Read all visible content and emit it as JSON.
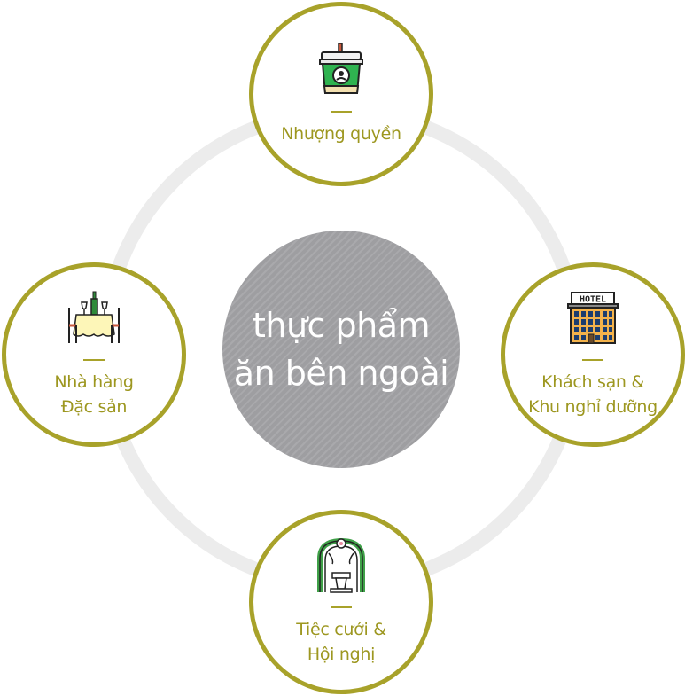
{
  "center": {
    "text": "thực phẩm\năn bên ngoài"
  },
  "nodes": {
    "top": {
      "label": "Nhượng quyền",
      "icon": "coffee-cup-icon"
    },
    "right": {
      "label": "Khách sạn &\nKhu nghỉ dưỡng",
      "icon": "hotel-icon",
      "sign": "HOTEL"
    },
    "bottom": {
      "label": "Tiệc cưới &\nHội nghị",
      "icon": "wedding-arch-icon"
    },
    "left": {
      "label": "Nhà hàng\nĐặc sản",
      "icon": "dining-table-icon"
    }
  },
  "colors": {
    "accent": "#a8a22a",
    "ring": "#ececec",
    "center": "#a3a3a6",
    "label": "#9d9720"
  }
}
